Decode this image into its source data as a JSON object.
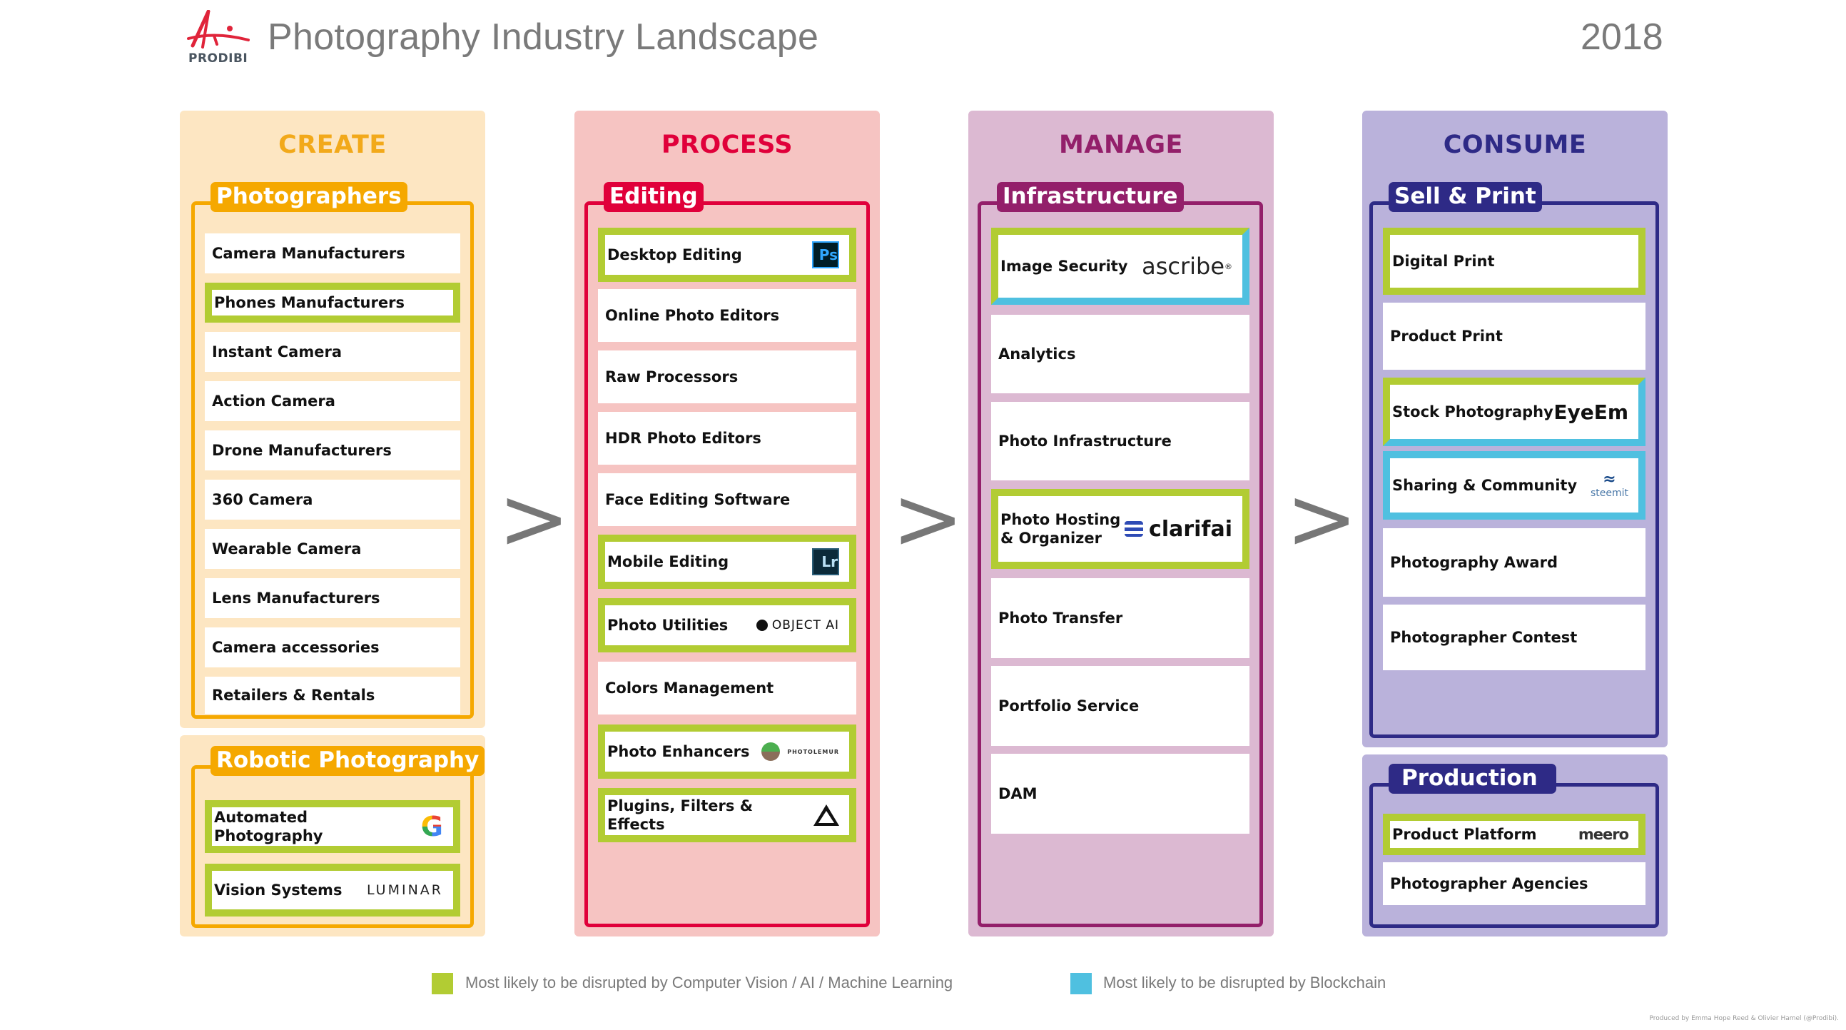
{
  "header": {
    "logo_text": "PRODIBI",
    "title": "Photography Industry Landscape",
    "year": "2018"
  },
  "colors": {
    "cv_ai_ml": "#b2cc33",
    "blockchain": "#4fc0e0",
    "create": "#f5a800",
    "process": "#e0003a",
    "manage": "#931f6a",
    "consume": "#2e2a86"
  },
  "arrow_glyph": ">",
  "columns": [
    {
      "title": "CREATE",
      "groups": [
        {
          "label": "Photographers",
          "items": [
            {
              "label": "Camera Manufacturers",
              "disruption": "none"
            },
            {
              "label": "Phones Manufacturers",
              "disruption": "cv_ai_ml"
            },
            {
              "label": "Instant Camera",
              "disruption": "none"
            },
            {
              "label": "Action Camera",
              "disruption": "none"
            },
            {
              "label": "Drone Manufacturers",
              "disruption": "none"
            },
            {
              "label": "360 Camera",
              "disruption": "none"
            },
            {
              "label": "Wearable Camera",
              "disruption": "none"
            },
            {
              "label": "Lens Manufacturers",
              "disruption": "none"
            },
            {
              "label": "Camera accessories",
              "disruption": "none"
            },
            {
              "label": "Retailers & Rentals",
              "disruption": "none"
            }
          ]
        },
        {
          "label": "Robotic Photography",
          "items": [
            {
              "label": "Automated Photography",
              "disruption": "cv_ai_ml",
              "brand": "Google",
              "brand_icon": "google-g-icon",
              "brand_text": "G"
            },
            {
              "label": "Vision Systems",
              "disruption": "cv_ai_ml",
              "brand": "Luminar",
              "brand_text": "LUMINAR"
            }
          ]
        }
      ]
    },
    {
      "title": "PROCESS",
      "groups": [
        {
          "label": "Editing",
          "items": [
            {
              "label": "Desktop Editing",
              "disruption": "cv_ai_ml",
              "brand": "Photoshop",
              "brand_text": "Ps"
            },
            {
              "label": "Online Photo Editors",
              "disruption": "none"
            },
            {
              "label": "Raw Processors",
              "disruption": "none"
            },
            {
              "label": "HDR Photo Editors",
              "disruption": "none"
            },
            {
              "label": "Face Editing Software",
              "disruption": "none"
            },
            {
              "label": "Mobile Editing",
              "disruption": "cv_ai_ml",
              "brand": "Lightroom",
              "brand_text": "Lr"
            },
            {
              "label": "Photo Utilities",
              "disruption": "cv_ai_ml",
              "brand": "Object AI",
              "brand_text": "OBJECT AI"
            },
            {
              "label": "Colors Management",
              "disruption": "none"
            },
            {
              "label": "Photo Enhancers",
              "disruption": "cv_ai_ml",
              "brand": "Photolemur",
              "brand_text": "PHOTOLEMUR"
            },
            {
              "label": "Plugins, Filters & Effects",
              "disruption": "cv_ai_ml",
              "brand": "Triangle logo",
              "brand_icon": "triangle-logo-icon"
            }
          ]
        }
      ]
    },
    {
      "title": "MANAGE",
      "groups": [
        {
          "label": "Infrastructure",
          "items": [
            {
              "label": "Image Security",
              "disruption": "both",
              "brand": "ascribe",
              "brand_text": "ascribe",
              "brand_mark": "®"
            },
            {
              "label": "Analytics",
              "disruption": "none"
            },
            {
              "label": "Photo Infrastructure",
              "disruption": "none"
            },
            {
              "label": "Photo Hosting & Organizer",
              "label_lines": [
                "Photo Hosting",
                "& Organizer"
              ],
              "disruption": "cv_ai_ml",
              "brand": "Clarifai",
              "brand_text": "clarifai"
            },
            {
              "label": "Photo Transfer",
              "disruption": "none"
            },
            {
              "label": "Portfolio Service",
              "disruption": "none"
            },
            {
              "label": "DAM",
              "disruption": "none"
            }
          ]
        }
      ]
    },
    {
      "title": "CONSUME",
      "groups": [
        {
          "label": "Sell & Print",
          "items": [
            {
              "label": "Digital Print",
              "disruption": "cv_ai_ml"
            },
            {
              "label": "Product Print",
              "disruption": "none"
            },
            {
              "label": "Stock Photography",
              "disruption": "both",
              "brand": "EyeEm",
              "brand_text": "EyeEm"
            },
            {
              "label": "Sharing & Community",
              "disruption": "blockchain",
              "brand": "steemit",
              "brand_text": "steemit"
            },
            {
              "label": "Photography Award",
              "disruption": "none"
            },
            {
              "label": "Photographer Contest",
              "disruption": "none"
            }
          ]
        },
        {
          "label": "Production",
          "items": [
            {
              "label": "Product Platform",
              "disruption": "cv_ai_ml",
              "brand": "meero",
              "brand_text": "meero"
            },
            {
              "label": "Photographer Agencies",
              "disruption": "none"
            }
          ]
        }
      ]
    }
  ],
  "legend": [
    {
      "key": "cv_ai_ml",
      "text": "Most likely to be disrupted by Computer Vision / AI / Machine Learning"
    },
    {
      "key": "blockchain",
      "text": "Most likely to be disrupted by Blockchain"
    }
  ],
  "credit": "Produced by Emma Hope Reed & Olivier Hamel (@Prodibi)."
}
